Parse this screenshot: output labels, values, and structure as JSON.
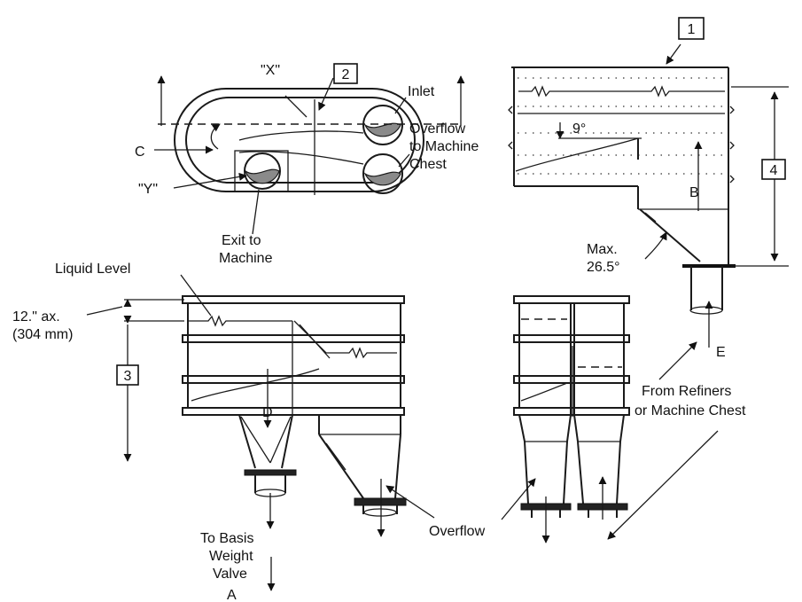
{
  "labels": {
    "x": "\"X\"",
    "y": "\"Y\"",
    "c": "C",
    "inlet": "Inlet",
    "overflow_mc_1": "Overflow",
    "overflow_mc_2": "to Machine",
    "overflow_mc_3": "Chest",
    "exit_1": "Exit to",
    "exit_2": "Machine",
    "angle_9": "9°",
    "b": "B",
    "max_1": "Max.",
    "max_2": "26.5°",
    "liquid_level": "Liquid Level",
    "dim_1": "12.\" ax.",
    "dim_2": "(304 mm)",
    "d": "D",
    "e": "E",
    "from_1": "From Refiners",
    "from_2": "or Machine Chest",
    "overflow": "Overflow",
    "basis_1": "To Basis",
    "basis_2": "Weight",
    "basis_3": "Valve",
    "basis_4": "A"
  },
  "callouts": {
    "one": "1",
    "two": "2",
    "three": "3",
    "four": "4"
  }
}
